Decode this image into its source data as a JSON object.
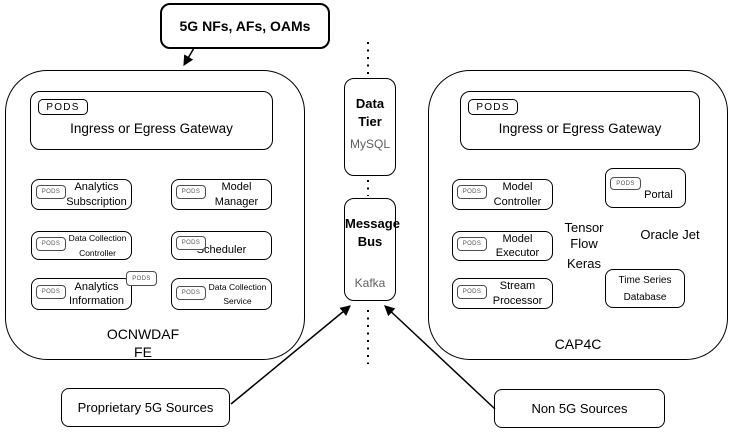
{
  "top_source": {
    "label": "5G NFs, AFs, OAMs"
  },
  "middle": {
    "data_tier": {
      "title": "Data\nTier",
      "technology": "MySQL"
    },
    "message_bus": {
      "title": "Message\nBus",
      "technology": "Kafka"
    }
  },
  "ocnwdaf": {
    "name": "OCNWDAF\nFE",
    "gateway": {
      "pods_badge": "PODS",
      "label": "Ingress or Egress Gateway"
    },
    "components": [
      {
        "pods_badge": "PODS",
        "label": "Analytics\nSubscription"
      },
      {
        "pods_badge": "PODS",
        "label": "Model\nManager"
      },
      {
        "pods_badge": "PODS",
        "label": "Data Collection\nController"
      },
      {
        "pods_badge": "PODS",
        "label": "Scheduler"
      },
      {
        "pods_badge": "PODS",
        "label": "Analytics\nInformation",
        "extra_pods_badge": "PODS"
      },
      {
        "pods_badge": "PODS",
        "label": "Data Collection\nService"
      }
    ]
  },
  "cap4c": {
    "name": "CAP4C",
    "gateway": {
      "pods_badge": "PODS",
      "label": "Ingress or Egress Gateway"
    },
    "components": [
      {
        "pods_badge": "PODS",
        "label": "Model\nController"
      },
      {
        "pods_badge": "PODS",
        "label": "Portal"
      },
      {
        "pods_badge": "PODS",
        "label": "Model\nExecutor"
      },
      {
        "pods_badge": "PODS",
        "label": "Stream\nProcessor"
      }
    ],
    "frameworks": [
      {
        "label": "Tensor\nFlow"
      },
      {
        "label": "Oracle Jet"
      },
      {
        "label": "Keras"
      }
    ],
    "database": {
      "label": "Time Series\nDatabase"
    }
  },
  "bottom_sources": {
    "proprietary": {
      "label": "Proprietary 5G Sources"
    },
    "non_5g": {
      "label": "Non 5G Sources"
    }
  },
  "colors": {
    "stroke": "#000000",
    "tech_text": "#5f5f5f",
    "background": "#ffffff"
  }
}
